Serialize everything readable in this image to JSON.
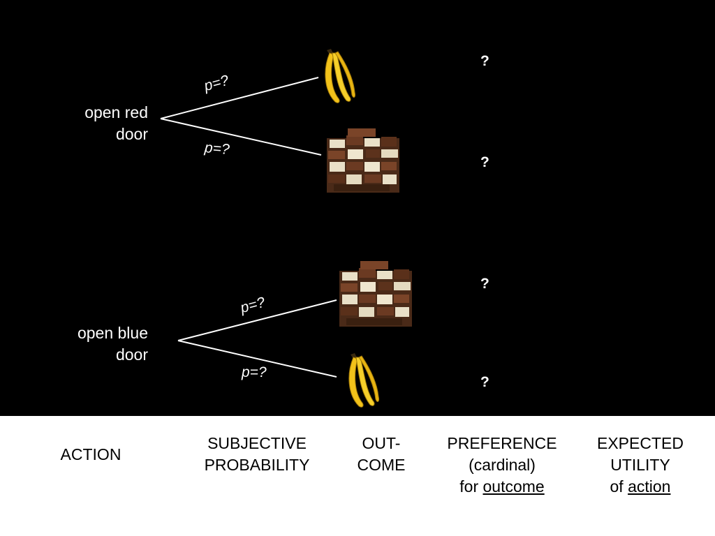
{
  "actions": [
    {
      "line1": "open red",
      "line2": "door",
      "prob_top": "p=?",
      "prob_bottom": "p=?"
    },
    {
      "line1": "open blue",
      "line2": "door",
      "prob_top": "p=?",
      "prob_bottom": "p=?"
    }
  ],
  "outcome_icons": [
    "banana-icon",
    "chocolate-icon",
    "chocolate-icon",
    "banana-icon"
  ],
  "preferences": [
    "?",
    "?",
    "?",
    "?"
  ],
  "headers": {
    "action": "ACTION",
    "probability": {
      "line1": "SUBJECTIVE",
      "line2": "PROBABILITY"
    },
    "outcome": {
      "line1": "OUT-",
      "line2": "COME"
    },
    "preference": {
      "line1": "PREFERENCE",
      "line2": "(cardinal)",
      "line3_prefix": "for ",
      "line3_underlined": "outcome"
    },
    "utility": {
      "line1": "EXPECTED",
      "line2": "UTILITY",
      "line3_prefix": "of ",
      "line3_underlined": "action"
    }
  },
  "colors": {
    "background_top": "#000000",
    "background_bottom": "#ffffff",
    "line": "#ffffff"
  }
}
